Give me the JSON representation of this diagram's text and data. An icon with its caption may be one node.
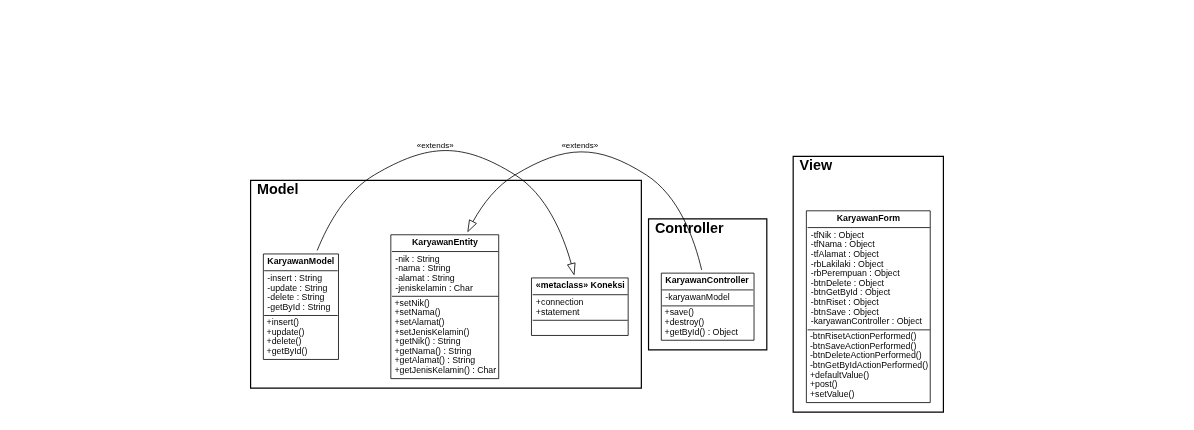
{
  "diagram": {
    "nodes": [
      {
        "text": [
          "Model"
        ]
      },
      {
        "text": [
          "«metaclass» Koneksi",
          "+connection",
          "+statement"
        ],
        "in": 0
      },
      {
        "text": [
          "KaryawanModel",
          "-insert : String",
          "-update : String",
          "-delete : String",
          "-getById : String",
          "+insert()",
          "+update()",
          "+delete()",
          "+getById()"
        ],
        "in": 0
      },
      {
        "text": [
          "KaryawanEntity",
          "-nik : String",
          "-nama : String",
          "-alamat : String",
          "-jeniskelamin : Char",
          "+setNik()",
          "+setNama()",
          "+setAlamat()",
          "+setJenisKelamin()",
          "+getNik() : String",
          "+getNama() : String",
          "+getAlamat() : String",
          "+getJenisKelamin() : Char"
        ],
        "in": 0
      },
      {
        "text": [
          "Controller"
        ]
      },
      {
        "text": [
          "KaryawanController",
          "-karyawanModel",
          "+save()",
          "+destroy()",
          "+getById() : Object"
        ],
        "in": 4
      },
      {
        "text": [
          "View"
        ]
      },
      {
        "text": [
          "KaryawanForm",
          "-tfNik : Object",
          "-tfNama : Object",
          "-tfAlamat : Object",
          "-rbLakilaki : Object",
          "-rbPerempuan : Object",
          "-btnDelete : Object",
          "-btnGetById : Object",
          "-btnRiset : Object",
          "-btnSave : Object",
          "-karyawanController : Object",
          "-btnRisetActionPerformed()",
          "-btnSaveActionPerformed()",
          "-btnDeleteActionPerformed()",
          "-btnGetByIdActionPerformed()",
          "+defaultValue()",
          "+post()",
          "+setValue()"
        ],
        "in": 6
      }
    ],
    "edges": [
      {
        "from": 2,
        "to": 1,
        "arrow": "to",
        "label": "«extends»"
      },
      {
        "from": 5,
        "to": 3,
        "arrow": "to",
        "label": "«extends»"
      }
    ]
  }
}
